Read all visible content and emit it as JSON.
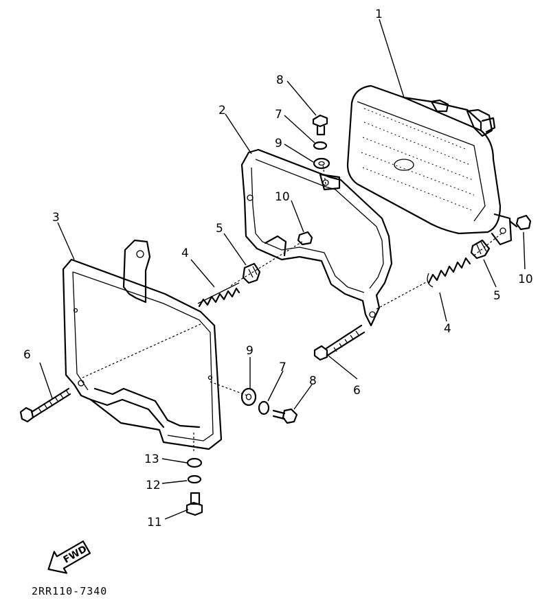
{
  "drawing_code": "2RR110-7340",
  "fwd_label": "FWD",
  "callouts": [
    {
      "id": "c1",
      "text": "1"
    },
    {
      "id": "c2",
      "text": "2"
    },
    {
      "id": "c3",
      "text": "3"
    },
    {
      "id": "c4a",
      "text": "4"
    },
    {
      "id": "c4b",
      "text": "4"
    },
    {
      "id": "c5a",
      "text": "5"
    },
    {
      "id": "c5b",
      "text": "5"
    },
    {
      "id": "c6a",
      "text": "6"
    },
    {
      "id": "c6b",
      "text": "6"
    },
    {
      "id": "c7a",
      "text": "7"
    },
    {
      "id": "c7b",
      "text": "7"
    },
    {
      "id": "c8a",
      "text": "8"
    },
    {
      "id": "c8b",
      "text": "8"
    },
    {
      "id": "c9a",
      "text": "9"
    },
    {
      "id": "c9b",
      "text": "9"
    },
    {
      "id": "c10a",
      "text": "10"
    },
    {
      "id": "c10b",
      "text": "10"
    },
    {
      "id": "c11",
      "text": "11"
    },
    {
      "id": "c12",
      "text": "12"
    },
    {
      "id": "c13",
      "text": "13"
    }
  ]
}
